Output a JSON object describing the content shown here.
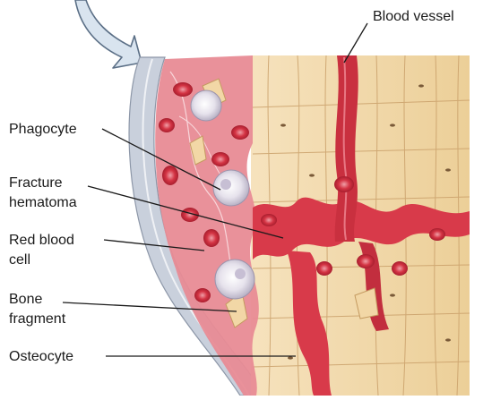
{
  "labels": {
    "blood_vessel": "Blood vessel",
    "phagocyte": "Phagocyte",
    "fracture_hematoma_1": "Fracture",
    "fracture_hematoma_2": "hematoma",
    "red_blood_cell_1": "Red blood",
    "red_blood_cell_2": "cell",
    "bone_fragment_1": "Bone",
    "bone_fragment_2": "fragment",
    "osteocyte": "Osteocyte"
  },
  "colors": {
    "bone": "#f2d7a6",
    "bone_dark": "#e1bd84",
    "blood": "#d83a4a",
    "blood_dark": "#a81e2e",
    "hematoma": "#e88b95",
    "periosteum": "#c9d0dc",
    "arrow_fill": "#d9e4ef",
    "arrow_stroke": "#5b6f86"
  }
}
